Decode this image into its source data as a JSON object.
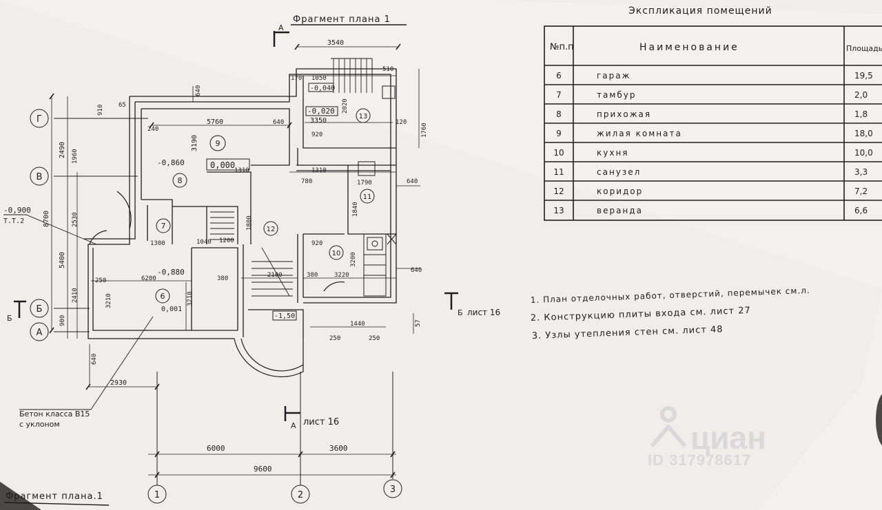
{
  "plan_title_top": "Фрагмент плана 1",
  "plan_title_bottom": "Фрагмент плана.1",
  "section_marks": {
    "a_top": "А",
    "a_bottom": "А",
    "a_bottom_sheet": "лист 16",
    "b_left": "Б",
    "b_right": "Б",
    "b_right_sheet": "лист 16"
  },
  "axes": {
    "rows": [
      "Г",
      "В",
      "Б",
      "А"
    ],
    "cols": [
      "1",
      "2",
      "3"
    ]
  },
  "room_numbers": [
    "6",
    "7",
    "8",
    "9",
    "10",
    "11",
    "12",
    "13"
  ],
  "levels": [
    "-0,040",
    "-0,020",
    "-0,860",
    "0,000",
    "-0,900",
    "Т.Т.2",
    "-0,880",
    "0,001",
    "-1,50"
  ],
  "dims": {
    "d3540": "3540",
    "d1050": "1050",
    "d170": "170",
    "d510": "510",
    "d640a": "640",
    "d910": "910",
    "d65": "65",
    "d2490": "2490",
    "d240": "240",
    "d5760": "5760",
    "d3350": "3350",
    "d640b": "640",
    "d2020": "2020",
    "d120a": "120",
    "d1760": "1760",
    "d920a": "920",
    "d3190": "3190",
    "d1960": "1960",
    "d1310a": "1310",
    "d1310b": "1310",
    "d780": "780",
    "d1790": "1790",
    "d640c": "640",
    "d8700": "8700",
    "d5400": "5400",
    "d2530": "2530",
    "d1300": "1300",
    "d1040": "1040",
    "d1200": "1200",
    "d1800": "1800",
    "d1840": "1840",
    "d920b": "920",
    "d3200": "3200",
    "d6200": "6200",
    "d380a": "380",
    "d2100": "2100",
    "d380b": "380",
    "d3220": "3220",
    "d640d": "640",
    "d3210": "3210",
    "d3210b": "3210",
    "d2410": "2410",
    "d250": "250",
    "d900": "900",
    "d1440": "1440",
    "d250b": "250",
    "d250c": "250",
    "d57": "57",
    "d640e": "640",
    "d2930": "2930",
    "d6000": "6000",
    "d3600": "3600",
    "d9600": "9600"
  },
  "concrete_note": {
    "line1": "Бетон класса B15",
    "line2": "с уклоном"
  },
  "table": {
    "title": "Экспликация помещений",
    "headers": [
      "№п.п",
      "Наименование",
      "Площадь"
    ],
    "rows": [
      {
        "num": "6",
        "name": "гараж",
        "area": "19,5"
      },
      {
        "num": "7",
        "name": "тамбур",
        "area": "2,0"
      },
      {
        "num": "8",
        "name": "прихожая",
        "area": "1,8"
      },
      {
        "num": "9",
        "name": "жилая комната",
        "area": "18,0"
      },
      {
        "num": "10",
        "name": "кухня",
        "area": "10,0"
      },
      {
        "num": "11",
        "name": "санузел",
        "area": "3,3"
      },
      {
        "num": "12",
        "name": "коридор",
        "area": "7,2"
      },
      {
        "num": "13",
        "name": "веранда",
        "area": "6,6"
      }
    ]
  },
  "notes": [
    "1. План отделочных работ, отверстий, перемычек см.л.",
    "2. Конструкцию плиты входа см. лист 27",
    "3. Узлы утепления стен см. лист 48"
  ],
  "watermark": {
    "brand": "циан",
    "id": "ID 317978617"
  },
  "colors": {
    "paper": "#efeeeb",
    "ink": "#1d1d1d",
    "background": "#5d5c58",
    "watermark": "#d6d6d6"
  }
}
